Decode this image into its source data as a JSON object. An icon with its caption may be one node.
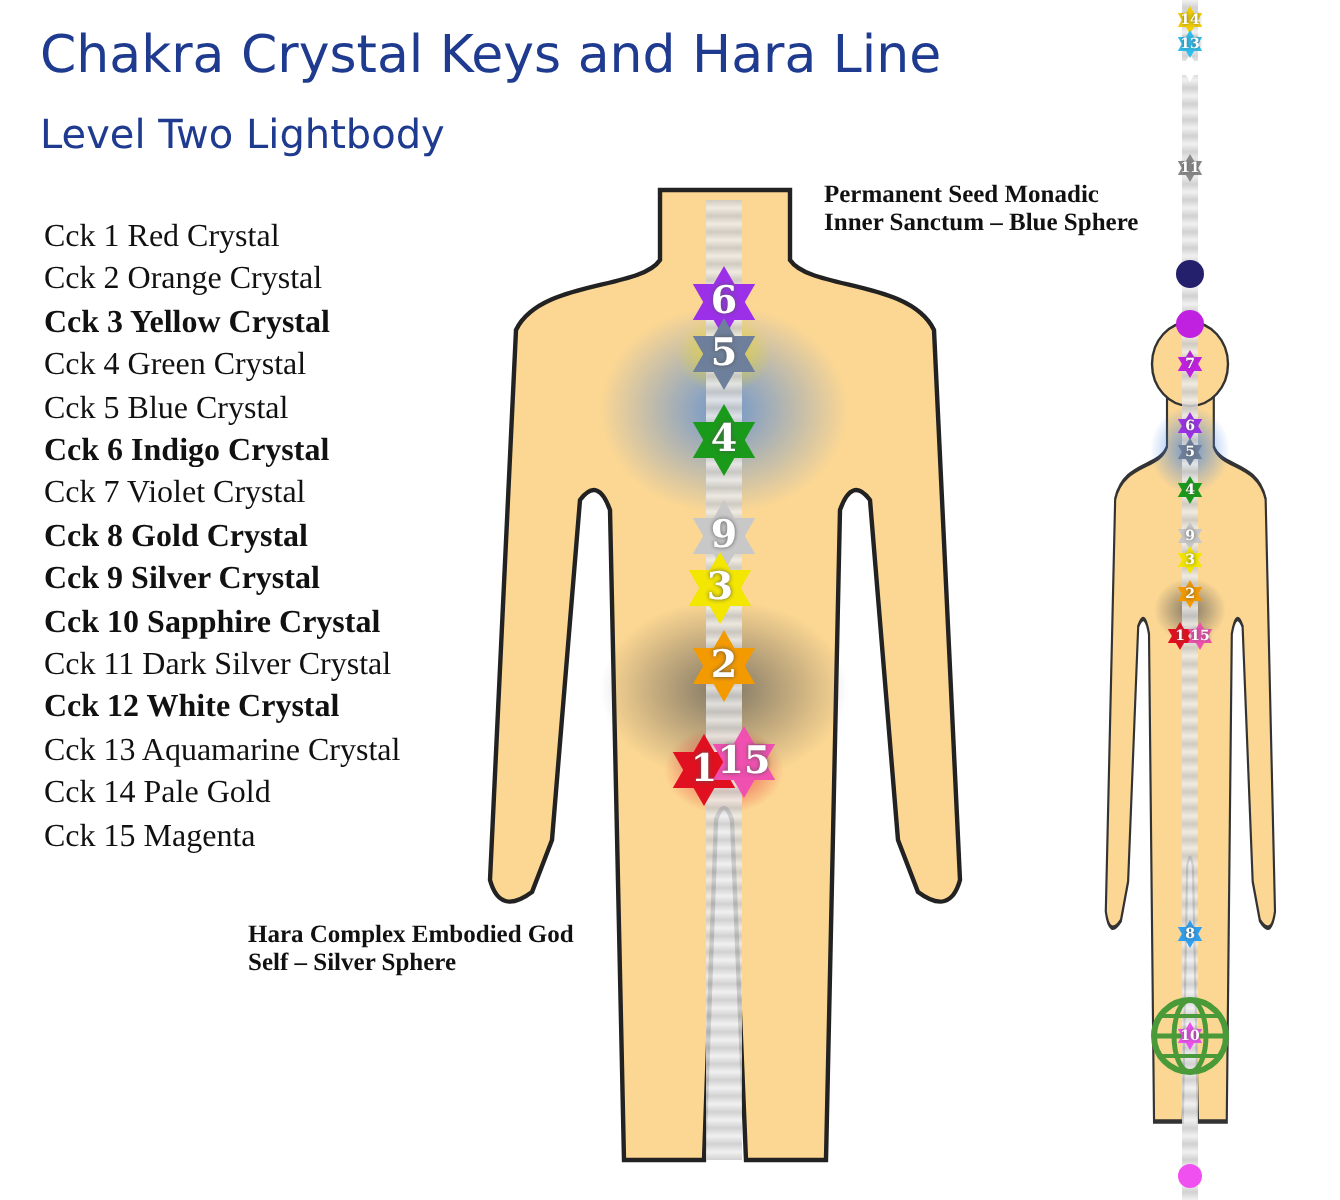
{
  "diagram": {
    "title": "Chakra Crystal Keys and Hara Line",
    "labels": [
      "Level Two Lightbody",
      "Cck 1  Red Crystal",
      "Cck 2  Orange Crystal",
      "Cck 3  Yellow Crystal",
      "Cck 4  Green Crystal",
      "Cck 5  Blue Crystal",
      "Cck 6  Indigo Crystal",
      "Cck 7  Violet Crystal",
      "Cck 8  Gold Crystal",
      "Cck 9  Silver Crystal",
      "Cck 10  Sapphire Crystal",
      "Cck 11  Dark Silver Crystal",
      "Cck 12  White Crystal",
      "Cck 13  Aquamarine Crystal",
      "Cck 14  Pale Gold",
      "Cck 15  Magenta",
      "Permanent Seed Monadic Inner Sanctum – Blue Sphere",
      "6",
      "5",
      "4",
      "9",
      "3",
      "2",
      "1",
      "15",
      "Hara Complex Embodied God Self – Silver Sphere",
      "14",
      "13",
      "11",
      "7",
      "6",
      "5",
      "4",
      "9",
      "3",
      "2",
      "1",
      "15",
      "8",
      "10"
    ]
  }
}
